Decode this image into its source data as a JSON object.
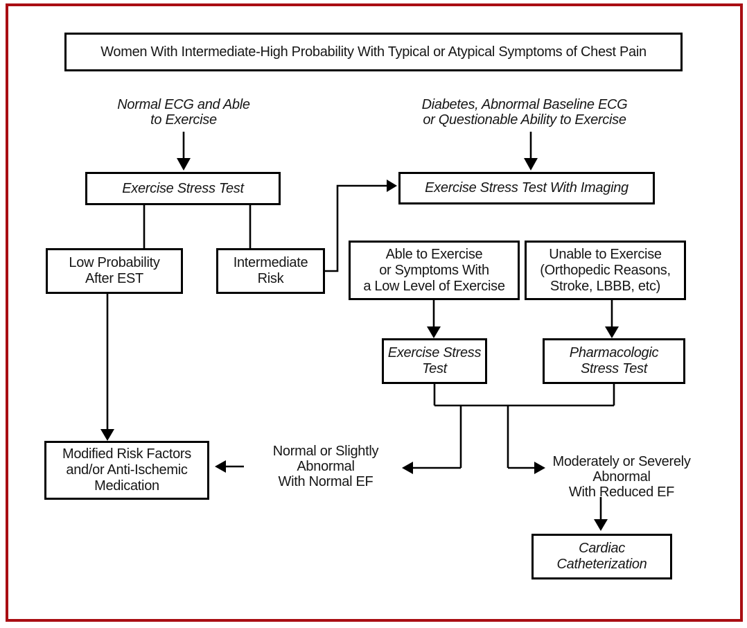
{
  "frame": {
    "border_color": "#a90e13",
    "line_color": "#000000"
  },
  "title": {
    "label": "Women With Intermediate-High Probability With Typical or Atypical Symptoms of Chest Pain"
  },
  "nodes": {
    "normal_ecg_label": "Normal ECG and Able\nto Exercise",
    "diabetes_label": "Diabetes, Abnormal Baseline ECG\nor Questionable Ability to Exercise",
    "exercise_stress_test": "Exercise Stress Test",
    "est_with_imaging": "Exercise Stress Test With Imaging",
    "low_probability": "Low Probability\nAfter EST",
    "intermediate_risk": "Intermediate\nRisk",
    "able_to_exercise": "Able to Exercise\nor Symptoms With\na Low Level of Exercise",
    "unable_to_exercise": "Unable to Exercise\n(Orthopedic Reasons,\nStroke, LBBB, etc)",
    "exercise_stress_test_2": "Exercise Stress\nTest",
    "pharmacologic_stress_test": "Pharmacologic\nStress Test",
    "modified_risk": "Modified Risk Factors\nand/or Anti-Ischemic\nMedication",
    "normal_ef_label": "Normal or Slightly\nAbnormal\nWith Normal EF",
    "reduced_ef_label": "Moderately or Severely\nAbnormal\nWith Reduced EF",
    "cardiac_catheterization": "Cardiac\nCatheterization"
  }
}
